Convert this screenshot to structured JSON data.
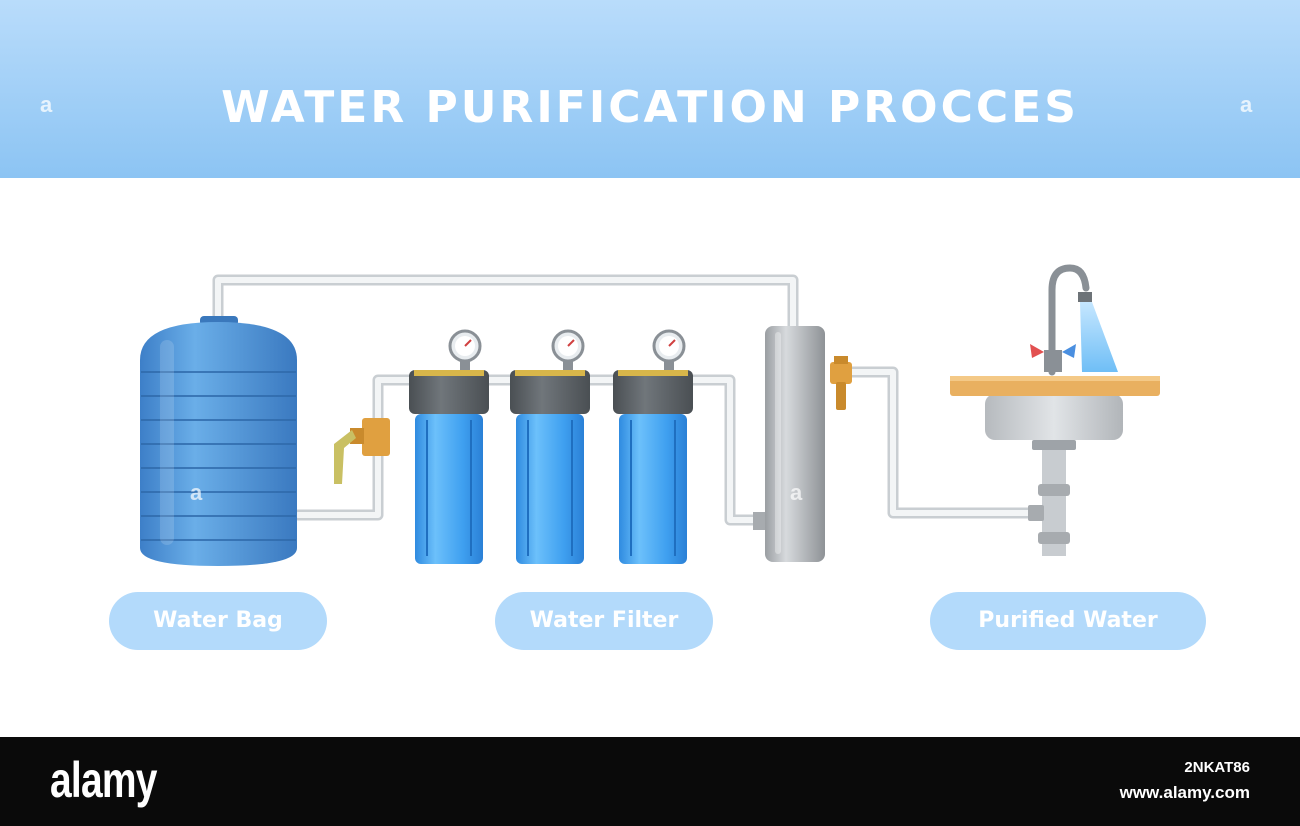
{
  "header": {
    "title": "WATER PURIFICATION PROCCES",
    "watermark_char": "a"
  },
  "labels": {
    "water_bag": "Water Bag",
    "water_filter": "Water Filter",
    "purified_water": "Purified Water"
  },
  "footer": {
    "logo": "alamy",
    "image_id": "2NKAT86",
    "url": "www.alamy.com"
  },
  "colors": {
    "header_top": "#b9dcfb",
    "header_bottom": "#8cc4f3",
    "tank_blue": "#4b8fd6",
    "filter_blue": "#3fa0f0",
    "cap_gray": "#5b6064",
    "pipe": "#e3e7ea",
    "brass": "#e0a040",
    "countertop": "#e9b060",
    "pill": "#b3dafb",
    "footer": "#0a0a0a"
  }
}
